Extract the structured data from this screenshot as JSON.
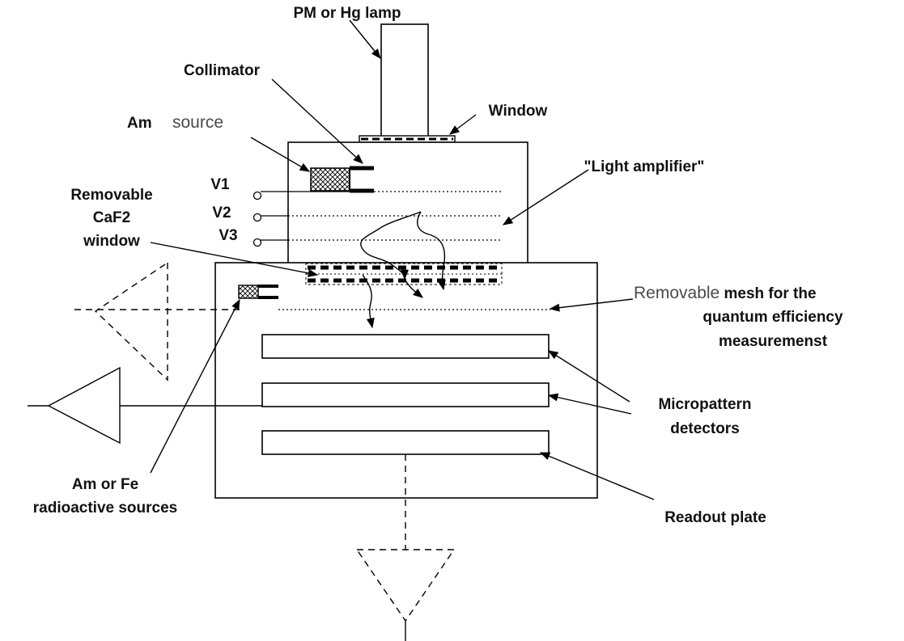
{
  "labels": {
    "lamp": "PM or Hg lamp",
    "collimator": "Collimator",
    "am": "Am",
    "source": "source",
    "window": "Window",
    "light_amplifier": "\"Light amplifier\"",
    "v1": "V1",
    "v2": "V2",
    "v3": "V3",
    "removable_caf2_1": "Removable",
    "removable_caf2_2": "CaF2",
    "removable_caf2_3": "window",
    "mesh_1a": "Removable",
    "mesh_1b": " mesh for the",
    "mesh_2": "quantum efficiency",
    "mesh_3": "measuremenst",
    "micropattern_1": "Micropattern",
    "micropattern_2": "detectors",
    "am_fe_1": "Am or Fe",
    "am_fe_2": "radioactive sources",
    "readout": "Readout plate"
  }
}
